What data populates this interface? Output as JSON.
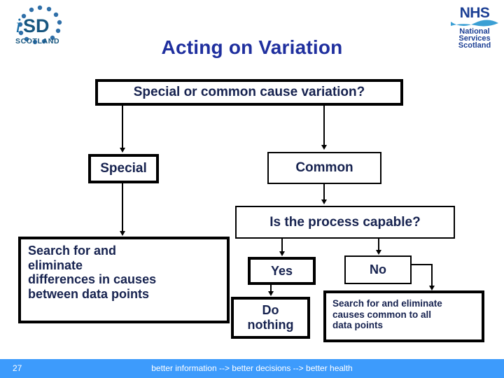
{
  "slide": {
    "title": "Acting on Variation",
    "title_color": "#1f2f9e",
    "text_color": "#16224f",
    "background": "#ffffff"
  },
  "logos": {
    "left": {
      "name": "isd-scotland-logo",
      "initial": "i",
      "letters": "SD",
      "subtitle": "SCOTLAND",
      "color": "#1b6fa8",
      "dot_color": "#2f6fa8"
    },
    "right": {
      "name": "nhs-national-services-scotland-logo",
      "acronym": "NHS",
      "line1": "National",
      "line2": "Services",
      "line3": "Scotland",
      "color": "#1c3f94",
      "wave_color": "#3b9fd4"
    }
  },
  "flowchart": {
    "nodes": [
      {
        "id": "question",
        "label": "Special or common cause variation?",
        "border": "thick"
      },
      {
        "id": "special",
        "label": "Special",
        "border": "thick"
      },
      {
        "id": "common",
        "label": "Common",
        "border": "thin"
      },
      {
        "id": "capable",
        "label": "Is the process capable?",
        "border": "thin"
      },
      {
        "id": "special_action",
        "lines": [
          "Search for and",
          "eliminate",
          "differences in causes",
          "between data points"
        ],
        "border": "thick"
      },
      {
        "id": "yes",
        "label": "Yes",
        "border": "thick"
      },
      {
        "id": "no",
        "label": "No",
        "border": "thin"
      },
      {
        "id": "do_nothing",
        "lines": [
          "Do",
          "nothing"
        ],
        "border": "thick"
      },
      {
        "id": "common_action",
        "lines": [
          "Search for and eliminate",
          "causes common to all",
          "data points"
        ],
        "border": "thick"
      }
    ],
    "edges": [
      {
        "from": "question",
        "to": "special"
      },
      {
        "from": "question",
        "to": "common"
      },
      {
        "from": "special",
        "to": "special_action"
      },
      {
        "from": "common",
        "to": "capable"
      },
      {
        "from": "capable",
        "to": "yes"
      },
      {
        "from": "capable",
        "to": "no"
      },
      {
        "from": "yes",
        "to": "do_nothing"
      },
      {
        "from": "no",
        "to": "common_action"
      }
    ]
  },
  "footer": {
    "page_number": "27",
    "tagline": "better information --> better decisions --> better health",
    "bar_color": "#3d9bfc",
    "text_color": "#ffffff"
  }
}
